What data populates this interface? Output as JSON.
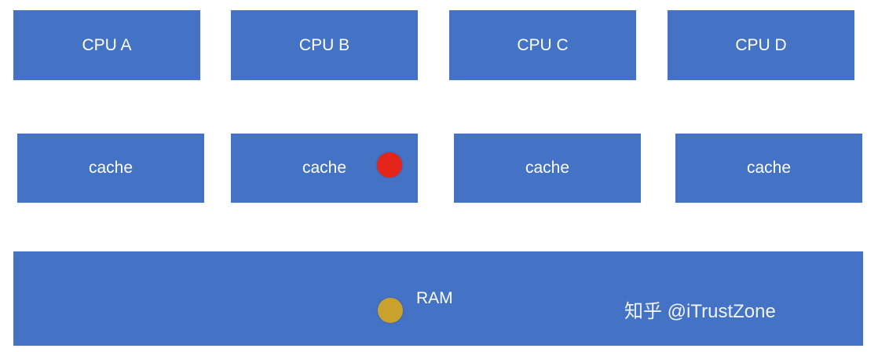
{
  "cpus": [
    {
      "label": "CPU A"
    },
    {
      "label": "CPU B"
    },
    {
      "label": "CPU C"
    },
    {
      "label": "CPU D"
    }
  ],
  "caches": [
    {
      "label": "cache"
    },
    {
      "label": "cache"
    },
    {
      "label": "cache"
    },
    {
      "label": "cache"
    }
  ],
  "ram": {
    "label": "RAM"
  },
  "colors": {
    "box": "#4472c4",
    "box_text": "#ffffff",
    "red_marker": "#e32619",
    "gold_marker": "#c9a22e"
  },
  "watermark": {
    "text": "知乎 @iTrustZone"
  }
}
